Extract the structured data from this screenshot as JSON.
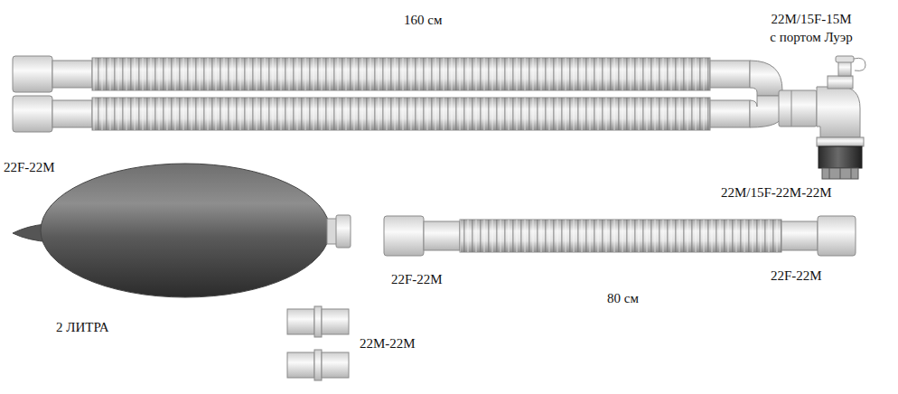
{
  "diagram": {
    "labels": [
      "160 см",
      "22M/15F-15M с портом Луэр",
      "22F-22M",
      "22M/15F-22M-22M",
      "2 ЛИТРА",
      "22F-22M",
      "22F-22M",
      "80 см",
      "22M-22M"
    ]
  }
}
